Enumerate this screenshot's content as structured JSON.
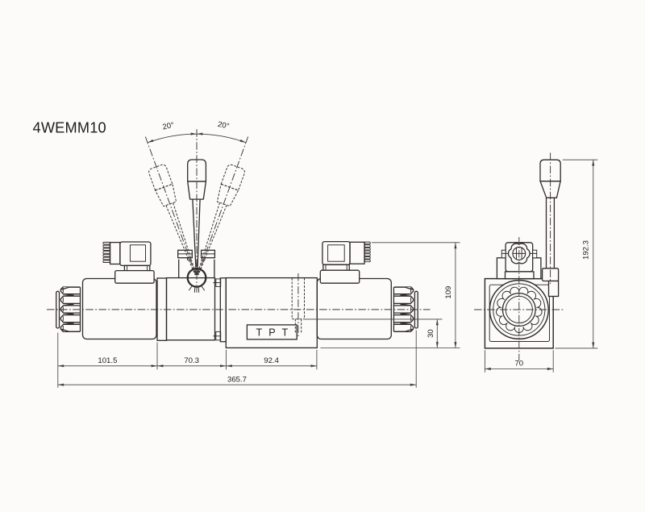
{
  "drawing": {
    "title": "4WEMM10",
    "port_label": "T P T",
    "angle_dimensions": {
      "left": "20°",
      "right": "20°"
    },
    "front_dimensions": {
      "d1": "101.5",
      "d2": "70.3",
      "d3": "92.4",
      "total": "365.7",
      "height": "109",
      "port_height": "30"
    },
    "side_dimensions": {
      "width": "70",
      "height": "192.3"
    }
  }
}
